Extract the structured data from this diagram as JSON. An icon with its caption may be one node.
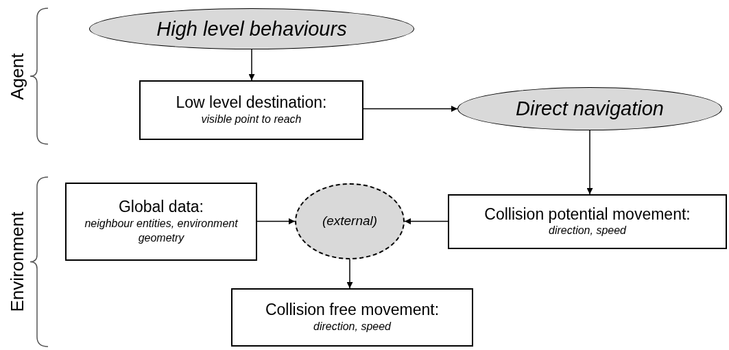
{
  "diagram": {
    "nodes": [
      {
        "text": [
          "High level behaviours"
        ]
      },
      {
        "text": [
          "Low level destination:",
          "visible point to reach"
        ]
      },
      {
        "text": [
          "Direct navigation"
        ]
      },
      {
        "text": [
          "Global data:",
          "neighbour entities, environment geometry"
        ]
      },
      {
        "text": [
          "(external)"
        ]
      },
      {
        "text": [
          "Collision potential movement:",
          "direction, speed"
        ]
      },
      {
        "text": [
          "Collision free movement:",
          "direction, speed"
        ]
      }
    ],
    "edges": [
      {
        "from": 0,
        "to": 1,
        "arrow": "to"
      },
      {
        "from": 1,
        "to": 2,
        "arrow": "to"
      },
      {
        "from": 2,
        "to": 5,
        "arrow": "to"
      },
      {
        "from": 3,
        "to": 4,
        "arrow": "to"
      },
      {
        "from": 5,
        "to": 4,
        "arrow": "to"
      },
      {
        "from": 4,
        "to": 6,
        "arrow": "to"
      }
    ],
    "labels": [
      "Agent",
      "Environment"
    ]
  }
}
